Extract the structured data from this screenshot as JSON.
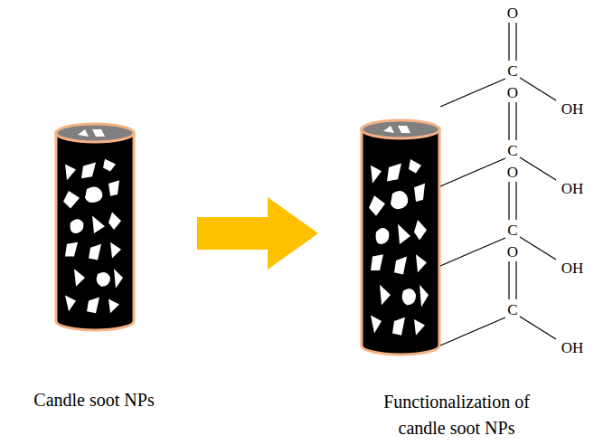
{
  "diagram": {
    "labels": [
      "O",
      "C",
      "OH",
      "O",
      "C",
      "OH",
      "O",
      "C",
      "OH",
      "O",
      "C",
      "OH",
      "Candle soot NPs",
      "Functionalization of candle soot NPs"
    ]
  }
}
